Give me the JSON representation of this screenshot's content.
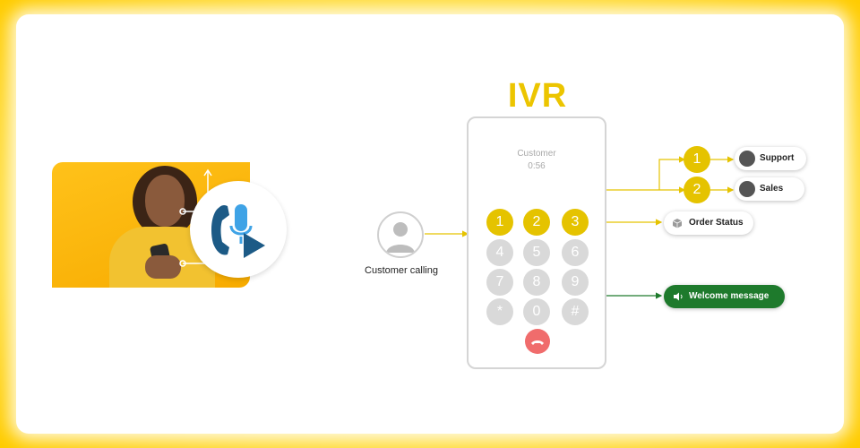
{
  "diagram": {
    "title": "IVR",
    "caller": {
      "label": "Customer calling"
    },
    "phone": {
      "contact": "Customer",
      "duration": "0:56",
      "keys": [
        "1",
        "2",
        "3",
        "4",
        "5",
        "6",
        "7",
        "8",
        "9",
        "*",
        "0",
        "#"
      ],
      "highlighted_keys": [
        "1",
        "2",
        "3"
      ]
    },
    "menu_numbers": [
      "1",
      "2"
    ],
    "destinations": {
      "support": "Support",
      "sales": "Sales",
      "order_status": "Order Status",
      "welcome": "Welcome message"
    },
    "colors": {
      "accent_yellow": "#e5c300",
      "key_gray": "#d9d9d9",
      "end_call_red": "#f06c6c",
      "welcome_green": "#1e7a2c",
      "ivr_logo_blue": "#1c5a86",
      "ivr_logo_light": "#3fa3e6"
    },
    "icons": {
      "caller_avatar": "user-avatar-icon",
      "end_call": "phone-hangup-icon",
      "order_status": "package-icon",
      "welcome": "speaker-icon",
      "ivr_logo": "phone-mic-play-icon"
    }
  }
}
